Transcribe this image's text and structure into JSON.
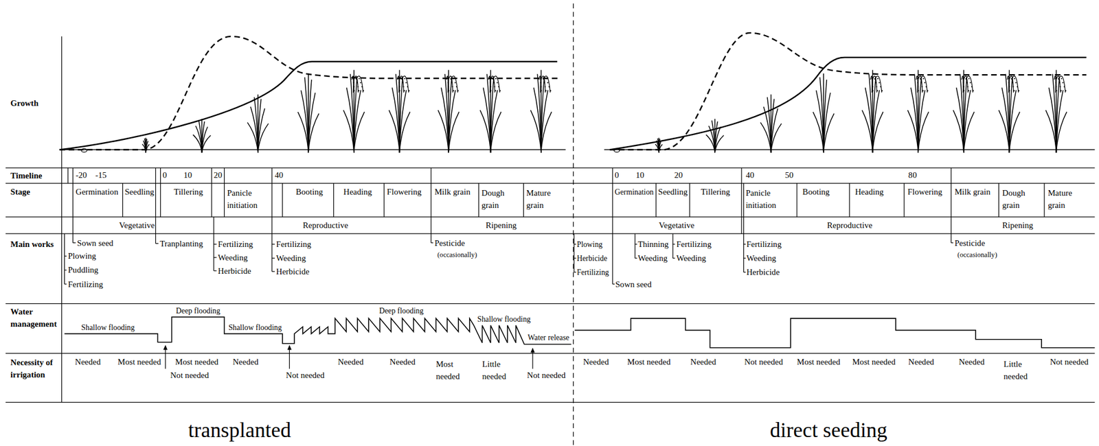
{
  "diagram": {
    "labels": [
      "Growth",
      "Timeline",
      "Stage",
      "Main works",
      "Water management",
      "Necessity of irrigation",
      "-20",
      "-15",
      "0",
      "10",
      "20",
      "40",
      "Germination",
      "Seedling",
      "Tillering",
      "Panicle initiation",
      "Booting",
      "Heading",
      "Flowering",
      "Milk grain",
      "Dough grain",
      "Mature grain",
      "Vegetative",
      "Reproductive",
      "Ripening",
      "Sown seed",
      "Plowing",
      "Puddling",
      "Fertilizing",
      "Tranplanting",
      "Fertilizing",
      "Weeding",
      "Herbicide",
      "Fertilizing",
      "Weeding",
      "Herbicide",
      "Pesticide",
      "(occasionally)",
      "Shallow flooding",
      "Deep flooding",
      "Shallow flooding",
      "Deep flooding",
      "Shallow flooding",
      "Water release",
      "Needed",
      "Most needed",
      "Not needed",
      "Most needed",
      "Needed",
      "Not needed",
      "Needed",
      "Needed",
      "Most needed",
      "Little needed",
      "Not needed",
      "0",
      "10",
      "20",
      "40",
      "50",
      "80",
      "Germination",
      "Seedling",
      "Tillering",
      "Panicle initiation",
      "Booting",
      "Heading",
      "Flowering",
      "Milk grain",
      "Dough grain",
      "Mature grain",
      "Vegetative",
      "Reproductive",
      "Ripening",
      "Plowing",
      "Herbicide",
      "Fertilizing",
      "Sown seed",
      "Thinning",
      "Weeding",
      "Fertilizing",
      "Weeding",
      "Fertilizing",
      "Weeding",
      "Herbicide",
      "Pesticide",
      "(occasionally)",
      "Needed",
      "Most needed",
      "Needed",
      "Not needed",
      "Most needed",
      "Most needed",
      "Needed",
      "Needed",
      "Little needed",
      "Not needed",
      "transplanted",
      "direct seeding"
    ]
  }
}
